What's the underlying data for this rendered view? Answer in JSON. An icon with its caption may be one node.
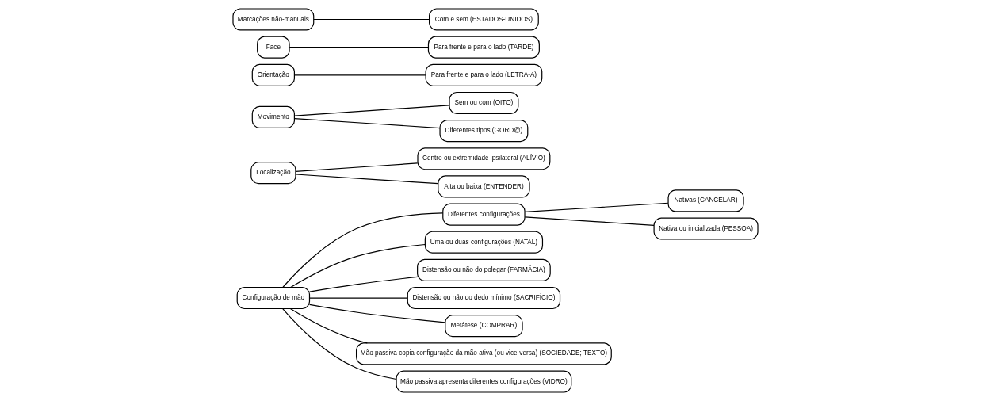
{
  "diagram": {
    "nodes": [
      {
        "text": [
          "Configuração de mão"
        ]
      },
      {
        "text": [
          "Diferentes configurações"
        ]
      },
      {
        "text": [
          "Nativas (CANCELAR)"
        ]
      },
      {
        "text": [
          "Nativa ou inicializada (PESSOA)"
        ]
      },
      {
        "text": [
          "Uma ou duas configurações (NATAL)"
        ]
      },
      {
        "text": [
          "Distensão ou não do polegar (FARMÁCIA)"
        ]
      },
      {
        "text": [
          "Distensão ou não do dedo mínimo (SACRIFÍCIO)"
        ]
      },
      {
        "text": [
          "Metátese (COMPRAR)"
        ]
      },
      {
        "text": [
          "Mão passiva copia configuração da mão ativa (ou vice-versa) (SOCIEDADE; TEXTO)"
        ]
      },
      {
        "text": [
          "Mão passiva apresenta diferentes configurações (VIDRO)"
        ]
      },
      {
        "text": [
          "Localização"
        ]
      },
      {
        "text": [
          "Centro ou extremidade ipsilateral (ALÍVIO)"
        ]
      },
      {
        "text": [
          "Alta ou baixa (ENTENDER)"
        ]
      },
      {
        "text": [
          "Movimento"
        ]
      },
      {
        "text": [
          "Sem ou com (OITO)"
        ]
      },
      {
        "text": [
          "Diferentes tipos (GORD@)"
        ]
      },
      {
        "text": [
          "Orientação"
        ]
      },
      {
        "text": [
          "Para frente e para o lado (LETRA-A)"
        ]
      },
      {
        "text": [
          "Face"
        ]
      },
      {
        "text": [
          "Para frente e para o lado (TARDE)"
        ]
      },
      {
        "text": [
          "Marcações não-manuais"
        ]
      },
      {
        "text": [
          "Com e sem (ESTADOS-UNIDOS)"
        ]
      }
    ],
    "edges": [
      {
        "from": 0,
        "to": 1,
        "arrow": "none"
      },
      {
        "from": 1,
        "to": 2,
        "arrow": "none"
      },
      {
        "from": 1,
        "to": 3,
        "arrow": "none"
      },
      {
        "from": 0,
        "to": 4,
        "arrow": "none"
      },
      {
        "from": 0,
        "to": 5,
        "arrow": "none"
      },
      {
        "from": 0,
        "to": 6,
        "arrow": "none"
      },
      {
        "from": 0,
        "to": 7,
        "arrow": "none"
      },
      {
        "from": 0,
        "to": 8,
        "arrow": "none"
      },
      {
        "from": 0,
        "to": 9,
        "arrow": "none"
      },
      {
        "from": 10,
        "to": 11,
        "arrow": "none"
      },
      {
        "from": 10,
        "to": 12,
        "arrow": "none"
      },
      {
        "from": 13,
        "to": 14,
        "arrow": "none"
      },
      {
        "from": 13,
        "to": 15,
        "arrow": "none"
      },
      {
        "from": 16,
        "to": 17,
        "arrow": "none"
      },
      {
        "from": 18,
        "to": 19,
        "arrow": "none"
      },
      {
        "from": 20,
        "to": 21,
        "arrow": "none"
      }
    ]
  }
}
